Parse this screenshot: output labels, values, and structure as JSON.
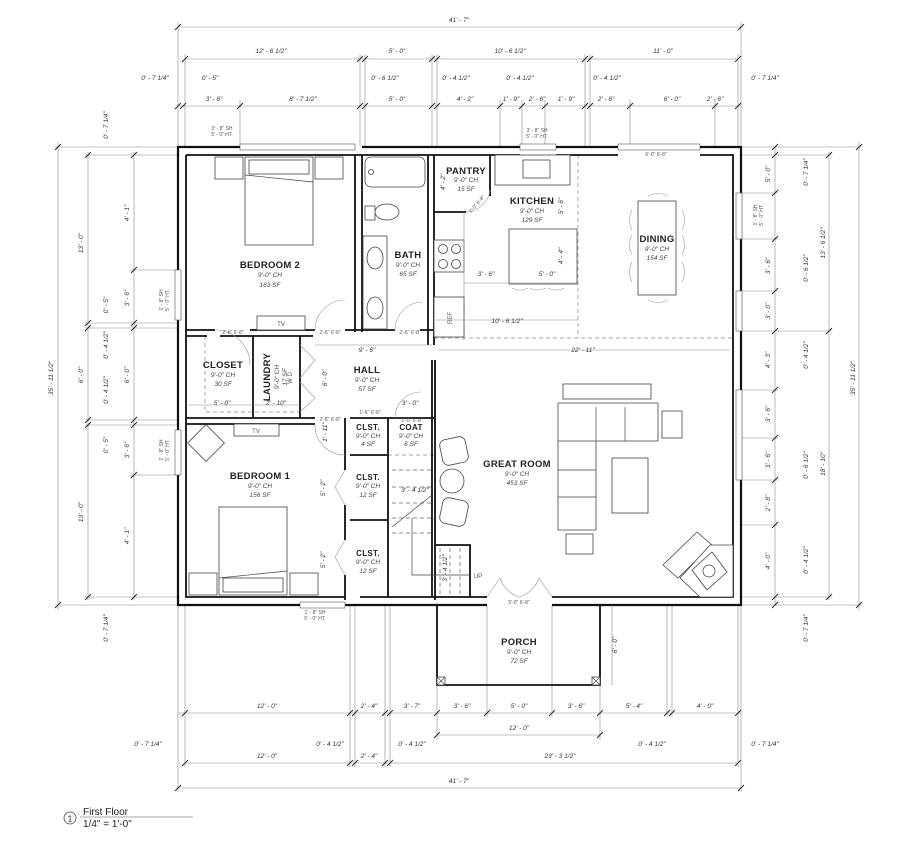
{
  "rooms": {
    "bedroom2": {
      "name": "BEDROOM 2",
      "ch": "9'-0\" CH",
      "sf": "163 SF"
    },
    "bath": {
      "name": "BATH",
      "ch": "9'-0\" CH",
      "sf": "65 SF"
    },
    "pantry": {
      "name": "PANTRY",
      "ch": "9'-0\" CH",
      "sf": "15 SF"
    },
    "kitchen": {
      "name": "KITCHEN",
      "ch": "9'-0\" CH",
      "sf": "129 SF"
    },
    "dining": {
      "name": "DINING",
      "ch": "9'-0\" CH",
      "sf": "154 SF"
    },
    "closet": {
      "name": "CLOSET",
      "ch": "9'-0\" CH",
      "sf": "30 SF"
    },
    "laundry": {
      "name": "LAUNDRY",
      "ch": "9'-0\" CH",
      "sf": "17 SF"
    },
    "hall": {
      "name": "HALL",
      "ch": "9'-0\" CH",
      "sf": "57 SF"
    },
    "clst_a": {
      "name": "CLST.",
      "ch": "9'-0\" CH",
      "sf": "4 SF"
    },
    "coat": {
      "name": "COAT",
      "ch": "9'-0\" CH",
      "sf": "6 SF"
    },
    "clst_b": {
      "name": "CLST.",
      "ch": "9'-0\" CH",
      "sf": "12 SF"
    },
    "clst_c": {
      "name": "CLST.",
      "ch": "9'-0\" CH",
      "sf": "12 SF"
    },
    "bedroom1": {
      "name": "BEDROOM 1",
      "ch": "9'-0\" CH",
      "sf": "156 SF"
    },
    "great_room": {
      "name": "GREAT ROOM",
      "ch": "9'-0\" CH",
      "sf": "453 SF"
    },
    "porch": {
      "name": "PORCH",
      "ch": "9'-0\" CH",
      "sf": "72 SF"
    }
  },
  "fixtures": {
    "tv1": "TV",
    "tv2": "TV",
    "ref": "REF",
    "up": "UP",
    "laundry_wd": "W D"
  },
  "dims_top": {
    "overall": "41' - 7\"",
    "row2": [
      "12' - 6 1/2\"",
      "5' - 0\"",
      "10' - 6 1/2\"",
      "11' - 0\""
    ],
    "offsets": [
      "0' - 7 1/4\"",
      "0' - 5\"",
      "0' - 6 1/2\"",
      "0' - 4 1/2\"",
      "0' - 4 1/2\"",
      "0' - 4 1/2\"",
      "0' - 7 1/4\""
    ],
    "row4": [
      "3' - 6\"",
      "8' - 7 1/2\"",
      "5' - 0\"",
      "4' - 2\"",
      "1' - 9\"",
      "2' - 6\"",
      "1' - 9\"",
      "2' - 6\"",
      "6' - 0\"",
      "2' - 6\""
    ]
  },
  "dims_bottom": {
    "row1": [
      "12' - 0\"",
      "2' - 4\"",
      "3' - 7\"",
      "3' - 6\"",
      "5' - 0\"",
      "3' - 6\"",
      "5' - 4\"",
      "4' - 0\""
    ],
    "porch": "12' - 0\"",
    "offsets": [
      "0' - 7 1/4\"",
      "0' - 4 1/2\"",
      "0' - 4 1/2\"",
      "0' - 4 1/2\"",
      "0' - 7 1/4\""
    ],
    "row3": [
      "12' - 0\"",
      "2' - 4\"",
      "23' - 3 1/2\""
    ],
    "overall": "41' - 7\""
  },
  "dims_left": {
    "overall": "35' - 11 1/2\"",
    "mid": [
      "13' - 0\"",
      "6' - 0\"",
      "13' - 0\""
    ],
    "inner": [
      "4' - 1\"",
      "3' - 6\"",
      "6' - 0\"",
      "3' - 6\"",
      "4' - 1\""
    ],
    "offsets": [
      "0' - 7 1/4\"",
      "0' - 5\"",
      "0' - 4 1/2\"",
      "0' - 4 1/2\"",
      "0' - 5\"",
      "0' - 7 1/4\""
    ]
  },
  "dims_right": {
    "overall": "35' - 11 1/2\"",
    "mid": [
      "13' - 6 1/2\"",
      "18' - 10\""
    ],
    "inner": [
      "5' - 0\"",
      "3' - 6\"",
      "3' - 0\"",
      "4' - 3\"",
      "3' - 6\"",
      "3' - 6\"",
      "2' - 8\"",
      "4' - 0\""
    ],
    "offsets": [
      "0' - 7 1/4\"",
      "0' - 6 1/2\"",
      "0' - 4 1/2\"",
      "0' - 6 1/2\"",
      "0' - 4 1/2\"",
      "0' - 7 1/4\""
    ]
  },
  "dims_interior": {
    "hall_width": "9' - 6\"",
    "hall_depth": "6' - 0\"",
    "closet_w": "5' - 0\"",
    "laundry_w": "2' - 10\"",
    "coat_w": "3' - 0\"",
    "great_room_w": "22' - 11\"",
    "kitchen_w": "10' - 6 1/2\"",
    "island_off": "3' - 6\"",
    "island_w": "5' - 0\"",
    "island_d": "4' - 4\"",
    "kitchen_clear": "5' - 6\"",
    "pantry_d": "4' - 2\"",
    "porch_d": "6' - 0\"",
    "stair_w": "3' - 4 1/2\"",
    "stair_w2": "3' - 4 1/2\"",
    "bed1_door": "1' - 11\"",
    "clst_b_d": "5' - 2\"",
    "clst_c_d": "5' - 2\""
  },
  "tags": {
    "win_sh_38": "3' - 8\" SH",
    "win_ht_50": "5' - 0\" HT.",
    "win_sh_18": "1' - 8\" SH",
    "win_ht_18": "5' - 0\" HT.",
    "slider": "6'-0\" 6'-8\"",
    "front_door": "5'-0\" 6'-8\"",
    "door_26": "2'-6\" 6'-8\"",
    "door_20": "2'-0\" 6'-8\"",
    "door_16": "1'-6\" 6'-8\""
  },
  "title_block": {
    "number": "1",
    "title": "First Floor",
    "scale": "1/4\" = 1'-0\""
  }
}
